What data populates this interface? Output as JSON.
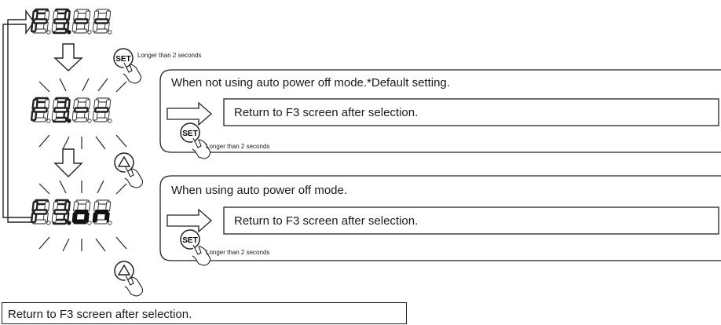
{
  "displays": [
    {
      "id": "step1",
      "chars": [
        "F",
        "3",
        "-",
        "-"
      ],
      "digit_style": "outline",
      "blinking": false
    },
    {
      "id": "step2",
      "chars": [
        "F",
        "3",
        "-",
        "-"
      ],
      "digit_style": "outline",
      "blinking": true
    },
    {
      "id": "step3",
      "chars": [
        "F",
        "3",
        "o",
        "n"
      ],
      "digit_style": "outline",
      "value_style": "solid",
      "blinking": true
    }
  ],
  "buttons": {
    "set": "SET",
    "up_symbol": "△"
  },
  "notes": {
    "long_press": "Longer than 2 seconds"
  },
  "panels": [
    {
      "heading": "When not using auto power off mode.*Default setting.",
      "box_text": "Return to F3 screen after selection.",
      "note": "Longer than 2 seconds"
    },
    {
      "heading": "When using auto power off mode.",
      "box_text": "Return to F3 screen after selection.",
      "note": "Longer than 2 seconds"
    }
  ],
  "bottom_box": {
    "text": "Return to F3 screen after selection."
  },
  "colors": {
    "line": "#222222",
    "digit_fill": "#111111",
    "background": "#ffffff"
  }
}
